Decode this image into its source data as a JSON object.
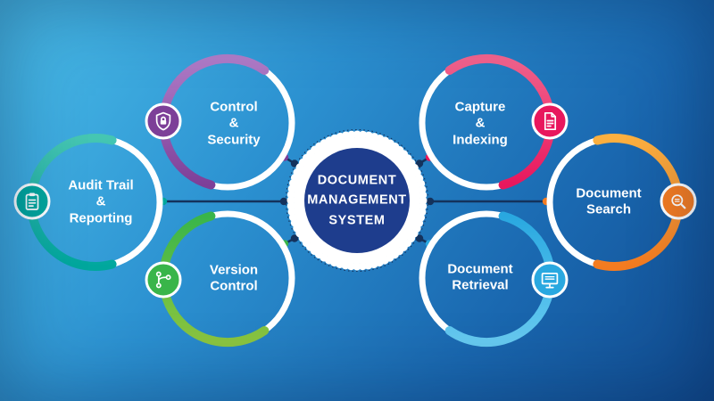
{
  "center": {
    "lines": [
      "DOCUMENT",
      "MANAGEMENT",
      "SYSTEM"
    ]
  },
  "branches": [
    {
      "name": "Audit Trail & Reporting",
      "lines": [
        "Audit Trail",
        "&",
        "Reporting"
      ],
      "color": "#00a79d",
      "color_light": "#45c6b2",
      "icon": "clipboard-icon"
    },
    {
      "name": "Control & Security",
      "lines": [
        "Control",
        "&",
        "Security"
      ],
      "color": "#7d3f98",
      "color_light": "#b07cc8",
      "icon": "shield-lock-icon"
    },
    {
      "name": "Version Control",
      "lines": [
        "Version",
        "Control"
      ],
      "color": "#39b54a",
      "color_light": "#8cc63f",
      "icon": "version-branch-icon"
    },
    {
      "name": "Capture & Indexing",
      "lines": [
        "Capture",
        "&",
        "Indexing"
      ],
      "color": "#e8175d",
      "color_light": "#f2638d",
      "icon": "document-icon"
    },
    {
      "name": "Document Search",
      "lines": [
        "Document",
        "Search"
      ],
      "color": "#f47b20",
      "color_light": "#fbb040",
      "icon": "search-icon"
    },
    {
      "name": "Document Retrieval",
      "lines": [
        "Document",
        "Retrieval"
      ],
      "color": "#29a8e0",
      "color_light": "#67cbf1",
      "icon": "monitor-icon"
    }
  ],
  "colors": {
    "background_top_left": "#4bbfea",
    "background_bottom_right": "#114b8f",
    "connector": "#14325c",
    "center_circle": "#1e3d8d",
    "ring": "#ffffff"
  }
}
